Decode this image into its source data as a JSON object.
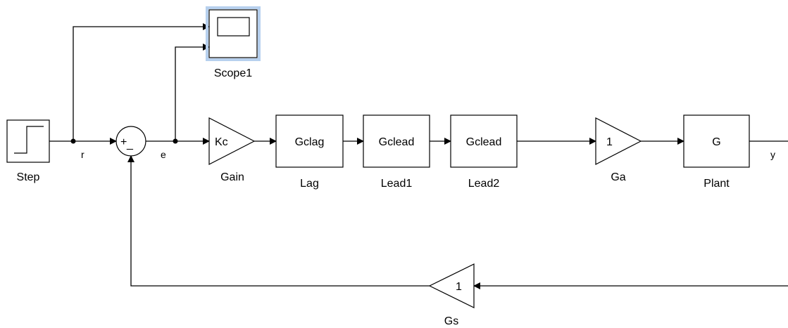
{
  "blocks": {
    "step": {
      "name": "Step"
    },
    "scope": {
      "name": "Scope1"
    },
    "sum": {
      "plus": "+",
      "minus": "_"
    },
    "gain": {
      "name": "Gain",
      "value": "Kc"
    },
    "lag": {
      "name": "Lag",
      "value": "Gclag"
    },
    "lead1": {
      "name": "Lead1",
      "value": "Gclead"
    },
    "lead2": {
      "name": "Lead2",
      "value": "Gclead"
    },
    "ga": {
      "name": "Ga",
      "value": "1"
    },
    "plant": {
      "name": "Plant",
      "value": "G"
    },
    "gs": {
      "name": "Gs",
      "value": "1"
    }
  },
  "signals": {
    "r": "r",
    "e": "e",
    "y": "y"
  },
  "colors": {
    "selection_highlight": "#b7d0ee",
    "line": "#000000",
    "block_fill": "#ffffff"
  }
}
